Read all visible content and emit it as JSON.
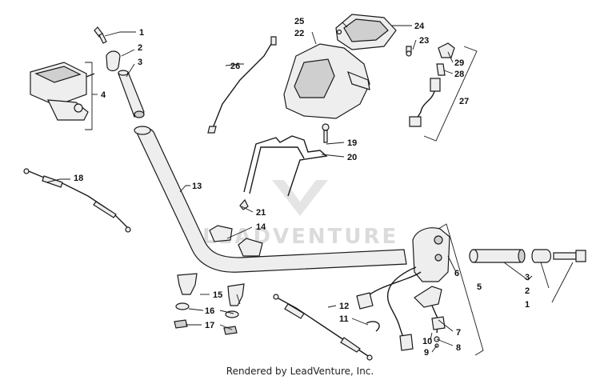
{
  "watermark": "LEADVENTURE",
  "footer": "Rendered by LeadVenture, Inc.",
  "callouts": [
    "1",
    "2",
    "3",
    "4",
    "5",
    "6",
    "7",
    "8",
    "9",
    "10",
    "11",
    "12",
    "13",
    "14",
    "15",
    "16",
    "17",
    "18",
    "19",
    "20",
    "21",
    "22",
    "23",
    "24",
    "25",
    "26",
    "27",
    "28",
    "29"
  ],
  "colors": {
    "line": "#1a1a1a",
    "part_fill": "#eeeeee",
    "watermark": "#d8d8d8"
  }
}
